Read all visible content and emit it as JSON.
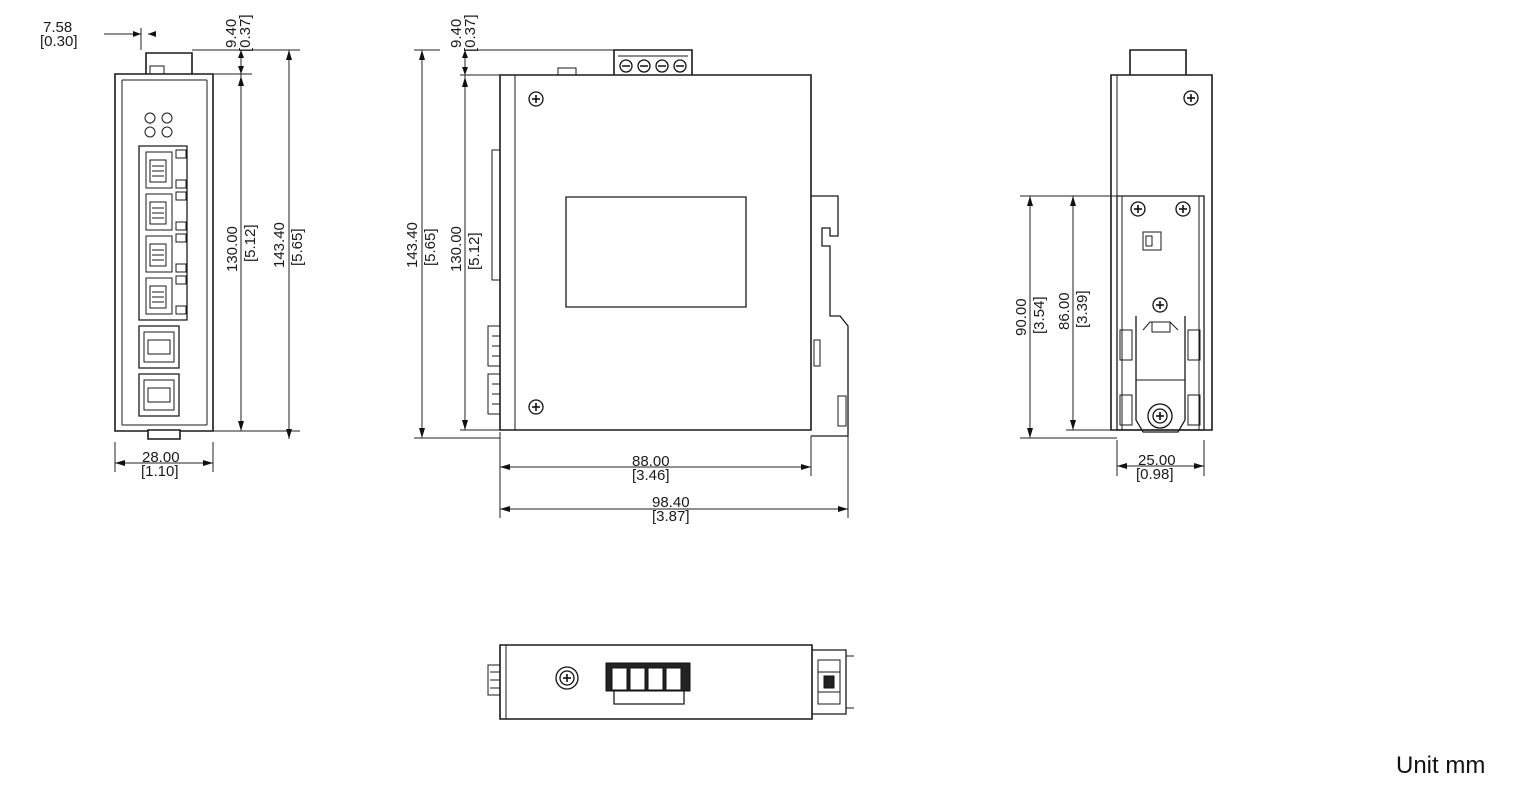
{
  "unit_label": "Unit mm",
  "dimensions": {
    "front_top_offset": {
      "mm": "7.58",
      "in": "[0.30]"
    },
    "front_cap_height": {
      "mm": "9.40",
      "in": "[0.37]"
    },
    "front_body_height": {
      "mm": "130.00",
      "in": "[5.12]"
    },
    "front_total_height": {
      "mm": "143.40",
      "in": "[5.65]"
    },
    "front_width": {
      "mm": "28.00",
      "in": "[1.10]"
    },
    "side_cap_height": {
      "mm": "9.40",
      "in": "[0.37]"
    },
    "side_total_height": {
      "mm": "143.40",
      "in": "[5.65]"
    },
    "side_body_height": {
      "mm": "130.00",
      "in": "[5.12]"
    },
    "side_depth": {
      "mm": "88.00",
      "in": "[3.46]"
    },
    "side_depth_total": {
      "mm": "98.40",
      "in": "[3.87]"
    },
    "rear_rail_height": {
      "mm": "90.00",
      "in": "[3.54]"
    },
    "rear_clip_height": {
      "mm": "86.00",
      "in": "[3.39]"
    },
    "rear_width": {
      "mm": "25.00",
      "in": "[0.98]"
    }
  }
}
